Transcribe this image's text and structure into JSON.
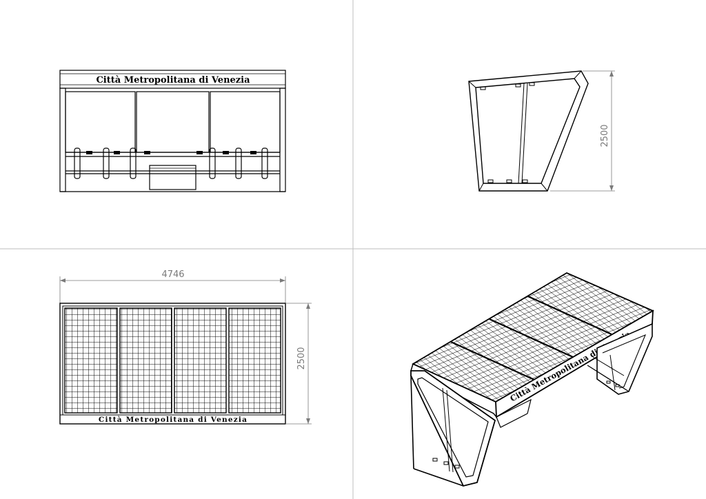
{
  "sheet": {
    "layout": "2x2 orthographic views",
    "line_color": "#000000",
    "divider_color": "#bdbdbd",
    "dimension_color": "#7a7a7a"
  },
  "views": {
    "front": {
      "sign_text": "Città Metropolitana di Venezia"
    },
    "side": {
      "height_dim": "2500"
    },
    "top": {
      "width_dim": "4746",
      "depth_dim": "2500",
      "sign_text": "Città Metropolitana di Venezia"
    },
    "iso": {
      "sign_text": "Città Metropolitana di Venezia"
    }
  }
}
